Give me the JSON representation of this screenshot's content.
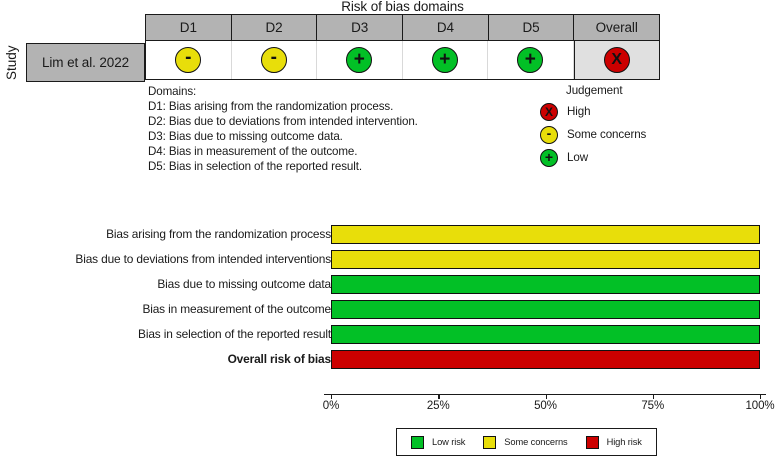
{
  "traffic_light": {
    "title": "Risk of bias domains",
    "y_axis_label": "Study",
    "columns": [
      "D1",
      "D2",
      "D3",
      "D4",
      "D5",
      "Overall"
    ],
    "rows": [
      {
        "study": "Lim et al. 2022",
        "judgements": [
          {
            "domain": "D1",
            "level": "some",
            "glyph": "-"
          },
          {
            "domain": "D2",
            "level": "some",
            "glyph": "-"
          },
          {
            "domain": "D3",
            "level": "low",
            "glyph": "+"
          },
          {
            "domain": "D4",
            "level": "low",
            "glyph": "+"
          },
          {
            "domain": "D5",
            "level": "low",
            "glyph": "+"
          },
          {
            "domain": "Overall",
            "level": "high",
            "glyph": "X"
          }
        ]
      }
    ],
    "domains_caption": {
      "heading": "Domains:",
      "lines": [
        "D1: Bias arising from the randomization process.",
        "D2: Bias due to deviations from intended intervention.",
        "D3: Bias due to missing outcome data.",
        "D4: Bias in measurement of the outcome.",
        "D5: Bias in selection of the reported result."
      ]
    },
    "judgement_legend": {
      "title": "Judgement",
      "items": [
        {
          "level": "high",
          "glyph": "X",
          "label": "High"
        },
        {
          "level": "some",
          "glyph": "-",
          "label": "Some concerns"
        },
        {
          "level": "low",
          "glyph": "+",
          "label": "Low"
        }
      ]
    }
  },
  "chart_data": {
    "type": "bar",
    "orientation": "horizontal",
    "stacked": true,
    "title": "",
    "xlabel": "",
    "ylabel": "",
    "xlim": [
      0,
      100
    ],
    "xticks": [
      0,
      25,
      50,
      75,
      100
    ],
    "xtick_labels": [
      "0%",
      "25%",
      "50%",
      "75%",
      "100%"
    ],
    "grid": false,
    "legend_position": "bottom",
    "categories": [
      "Bias arising from the randomization process",
      "Bias due to deviations from intended interventions",
      "Bias due to missing outcome data",
      "Bias in measurement of the outcome",
      "Bias in selection of the reported result",
      "Overall risk of bias"
    ],
    "category_bold": [
      false,
      false,
      false,
      false,
      false,
      true
    ],
    "series": [
      {
        "name": "Low risk",
        "key": "low",
        "color": "#02c026",
        "values": [
          0,
          0,
          100,
          100,
          100,
          0
        ]
      },
      {
        "name": "Some concerns",
        "key": "some",
        "color": "#e8de0a",
        "values": [
          100,
          100,
          0,
          0,
          0,
          0
        ]
      },
      {
        "name": "High risk",
        "key": "high",
        "color": "#cc0000",
        "values": [
          0,
          0,
          0,
          0,
          0,
          100
        ]
      }
    ],
    "legend": [
      {
        "key": "low",
        "label": "Low risk",
        "color": "#02c026"
      },
      {
        "key": "some",
        "label": "Some concerns",
        "color": "#e8de0a"
      },
      {
        "key": "high",
        "label": "High risk",
        "color": "#cc0000"
      }
    ]
  },
  "colors": {
    "low_risk": "#02c026",
    "some_concerns": "#e8de0a",
    "high_risk": "#cc0000",
    "header_gray": "#b3b3b3",
    "overall_cell_gray": "#e0e0e0",
    "outline": "#1a1a1a"
  }
}
